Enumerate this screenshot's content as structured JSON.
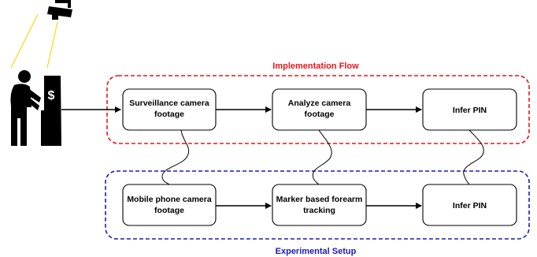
{
  "colors": {
    "implementation": "#e8161b",
    "experimental": "#1c1cb8",
    "box_border": "#000000",
    "box_fill": "#ffffff",
    "figure": "#000000",
    "camera_rays": "#f0e020"
  },
  "icons": {
    "camera": "surveillance-camera-icon",
    "atm": "atm-machine-icon",
    "person": "person-at-atm-icon",
    "dollar": "$"
  },
  "implementation": {
    "title": "Implementation Flow",
    "steps": [
      {
        "line1": "Surveillance camera",
        "line2": "footage"
      },
      {
        "line1": "Analyze camera",
        "line2": "footage"
      },
      {
        "line1": "Infer PIN",
        "line2": ""
      }
    ]
  },
  "experimental": {
    "title": "Experimental Setup",
    "steps": [
      {
        "line1": "Mobile phone camera",
        "line2": "footage"
      },
      {
        "line1": "Marker based forearm",
        "line2": "tracking"
      },
      {
        "line1": "Infer PIN",
        "line2": ""
      }
    ]
  }
}
